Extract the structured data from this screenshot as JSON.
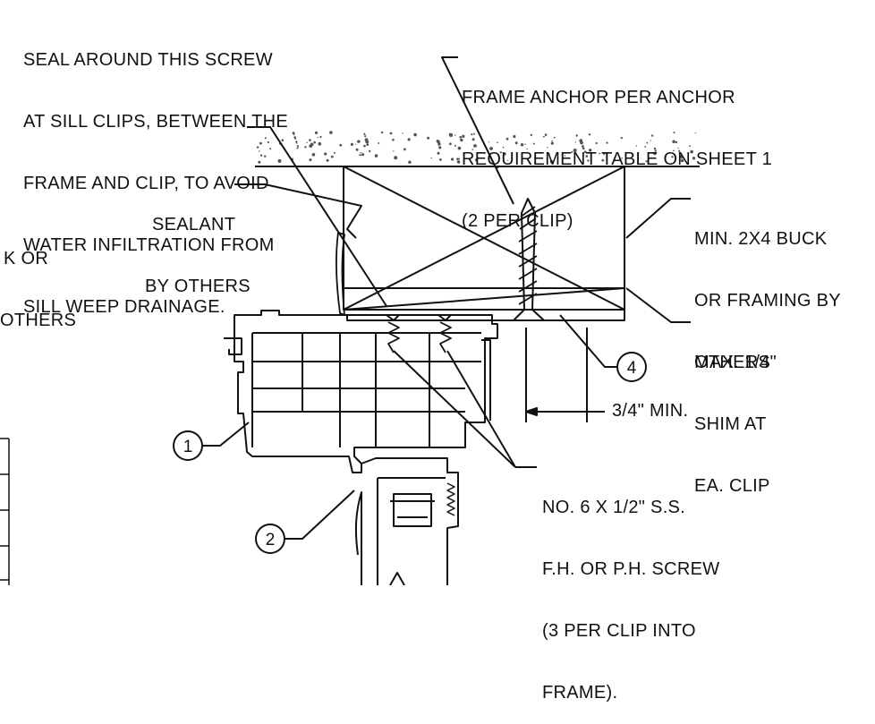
{
  "notes": {
    "seal_screw": [
      "SEAL AROUND THIS SCREW",
      "AT SILL CLIPS, BETWEEN THE",
      "FRAME AND CLIP, TO AVOID",
      "WATER INFILTRATION FROM",
      "SILL WEEP DRAINAGE."
    ],
    "frame_anchor": [
      "FRAME ANCHOR PER ANCHOR",
      "REQUIREMENT TABLE ON SHEET 1",
      "(2 PER CLIP)"
    ],
    "sealant": [
      "SEALANT",
      "BY OTHERS"
    ],
    "buck_partial": [
      "K OR",
      "OTHERS"
    ],
    "buck_min": [
      "MIN. 2X4 BUCK",
      "OR FRAMING BY",
      "OTHERS"
    ],
    "shim": [
      "MAX. 1/4\"",
      "SHIM AT",
      "EA. CLIP"
    ],
    "min_dim": "3/4\" MIN.",
    "screw_spec": [
      "NO. 6 X 1/2\" S.S.",
      "F.H. OR P.H. SCREW",
      "(3 PER CLIP INTO",
      "FRAME)."
    ]
  },
  "callouts": [
    "1",
    "2",
    "4"
  ],
  "colors": {
    "ink": "#111111",
    "concrete": "#555555"
  }
}
